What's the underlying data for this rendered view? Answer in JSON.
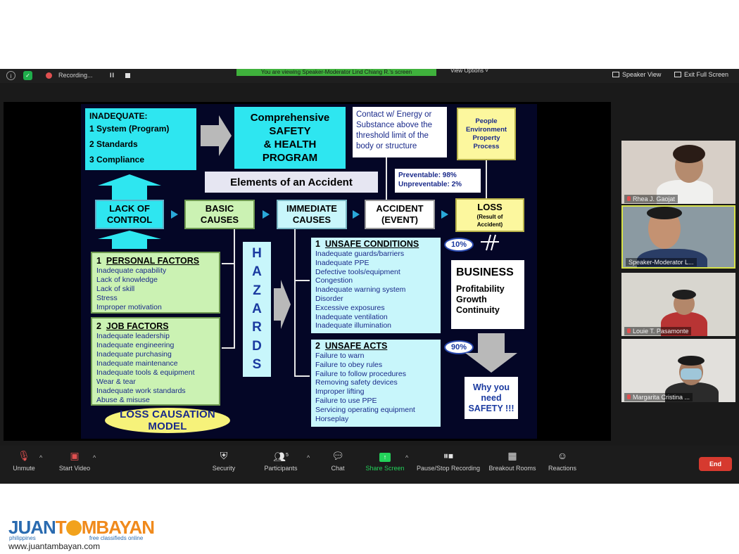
{
  "topbar": {
    "recording_label": "Recording...",
    "viewing_banner": "You are viewing Speaker-Moderator Lind Chiang R.'s screen",
    "view_options": "View Options ˅",
    "speaker_view": "Speaker View",
    "exit_full_screen": "Exit Full Screen"
  },
  "slide": {
    "inadequate": {
      "title": "INADEQUATE:",
      "items": [
        "1  System (Program)",
        "2  Standards",
        "3  Compliance"
      ]
    },
    "program": {
      "line1": "Comprehensive",
      "line2": "SAFETY",
      "line3": "& HEALTH",
      "line4": "PROGRAM"
    },
    "contact": "Contact w/ Energy or Substance above the threshold limit of the body or structure",
    "people_env": {
      "line1": "People",
      "line2": "Environment",
      "line3": "Property",
      "line4": "Process"
    },
    "elements_title": "Elements of an Accident",
    "preventable": "Preventable: 98%",
    "unpreventable": "Unpreventable: 2%",
    "lack_of_control": {
      "line1": "LACK OF",
      "line2": "CONTROL"
    },
    "basic_causes": {
      "line1": "BASIC",
      "line2": "CAUSES"
    },
    "immediate_causes": {
      "line1": "IMMEDIATE",
      "line2": "CAUSES"
    },
    "accident": {
      "line1": "ACCIDENT",
      "line2": "(EVENT)"
    },
    "loss": {
      "line1": "LOSS",
      "line2": "(Result of",
      "line3": "Accident)"
    },
    "hazards_letters": [
      "H",
      "A",
      "Z",
      "A",
      "R",
      "D",
      "S"
    ],
    "personal_factors": {
      "num": "1",
      "title": "PERSONAL FACTORS",
      "items": [
        "Inadequate capability",
        "Lack of knowledge",
        "Lack of skill",
        "Stress",
        "Improper motivation"
      ]
    },
    "job_factors": {
      "num": "2",
      "title": "JOB FACTORS",
      "items": [
        "Inadequate leadership",
        "Inadequate engineering",
        "Inadequate purchasing",
        "Inadequate maintenance",
        "Inadequate tools & equipment",
        "Wear & tear",
        "Inadequate work standards",
        "Abuse & misuse"
      ]
    },
    "unsafe_conditions": {
      "num": "1",
      "title": "UNSAFE CONDITIONS",
      "items": [
        "Inadequate guards/barriers",
        "Inadequate PPE",
        "Defective tools/equipment",
        "Congestion",
        "Inadequate warning system",
        "Disorder",
        "Excessive exposures",
        "Inadequate ventilation",
        "Inadequate illumination"
      ]
    },
    "unsafe_acts": {
      "num": "2",
      "title": "UNSAFE ACTS",
      "items": [
        "Failure to warn",
        "Failure to obey rules",
        "Failure to follow procedures",
        "Removing safety devices",
        "Improper lifting",
        "Failure to use PPE",
        "Servicing operating equipment",
        "Horseplay"
      ]
    },
    "pct_10": "10%",
    "pct_90": "90%",
    "business": {
      "title": "BUSINESS",
      "items": [
        "Profitability",
        "Growth",
        "Continuity"
      ]
    },
    "why": {
      "line1": "Why you",
      "line2": "need",
      "line3": "SAFETY !!!"
    },
    "model_title": "LOSS CAUSATION MODEL"
  },
  "participants": [
    {
      "name": "Rhea J. Gaojat"
    },
    {
      "name": "Speaker-Moderator L..."
    },
    {
      "name": "Louie T. Pasamonte"
    },
    {
      "name": "Margarita Cristina ..."
    }
  ],
  "toolbar": {
    "unmute": "Unmute",
    "start_video": "Start Video",
    "security": "Security",
    "participants": "Participants",
    "participants_count": "5",
    "chat": "Chat",
    "share_screen": "Share Screen",
    "pause_stop_recording": "Pause/Stop Recording",
    "breakout_rooms": "Breakout Rooms",
    "reactions": "Reactions",
    "end": "End"
  },
  "watermark": {
    "logo": "JUANTAMBAYAN",
    "left_tag": "philippines",
    "right_tag": "free classifieds online",
    "url": "www.juantambayan.com"
  },
  "colors": {
    "cyan": "#2ee6f0",
    "light_cyan": "#c8f6fb",
    "light_green": "#cbf2b3",
    "yellow": "#fcf79e",
    "end_red": "#d63a2f",
    "share_green": "#23d25a"
  }
}
